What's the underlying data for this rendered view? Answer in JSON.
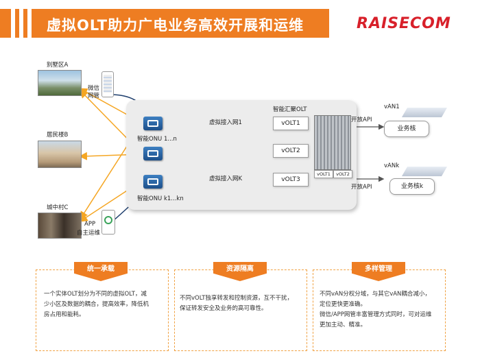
{
  "header": {
    "title": "虚拟OLT助力广电业务高效开展和运维",
    "logo": "RAISECOM"
  },
  "sites": {
    "villa": "别墅区A",
    "residential": "居民楼B",
    "village": "城中村C"
  },
  "apps": {
    "wechat_line1": "微信",
    "wechat_line2": "网管",
    "app_line1": "APP",
    "app_line2": "自主运维"
  },
  "onu": {
    "top": "智能ONU 1...n",
    "bottom": "智能ONU k1...kn"
  },
  "olt": {
    "title": "智能汇聚OLT",
    "votl1": "vOLT1",
    "votl2": "vOLT2",
    "votl3": "vOLT3",
    "tag1": "vOLT1",
    "tag2": "vOLT2"
  },
  "networks": {
    "net1": "虚拟接入网1",
    "netk": "虚拟接入网K"
  },
  "services": {
    "api1": "开放API",
    "api2": "开放API",
    "van1": "vAN1",
    "vank": "vANk",
    "svc1": "业务核",
    "svck": "业务核k"
  },
  "features": [
    {
      "title": "统一承载",
      "body": [
        "一个实体OLT划分为不同的虚拟OLT，减",
        "少小区及数据的耦合，提高效率，降低机",
        "房占用和能耗。"
      ]
    },
    {
      "title": "资源隔离",
      "body": [
        "不同vOLT独享转发和控制资源，互不干扰，",
        "保证转发安全及业务的高可靠性。"
      ]
    },
    {
      "title": "多样管理",
      "body": [
        "不同vAN分权分域，与其它vAN耦合减小，",
        "定位更快更准确。",
        "微信/APP网管丰富管理方式同时，可对运维",
        "更加主动、精准。"
      ]
    }
  ],
  "colors": {
    "accent": "#ee7d22",
    "logo": "#d8202a",
    "arrow": "#f5a623",
    "onu": "#2b64a3"
  }
}
